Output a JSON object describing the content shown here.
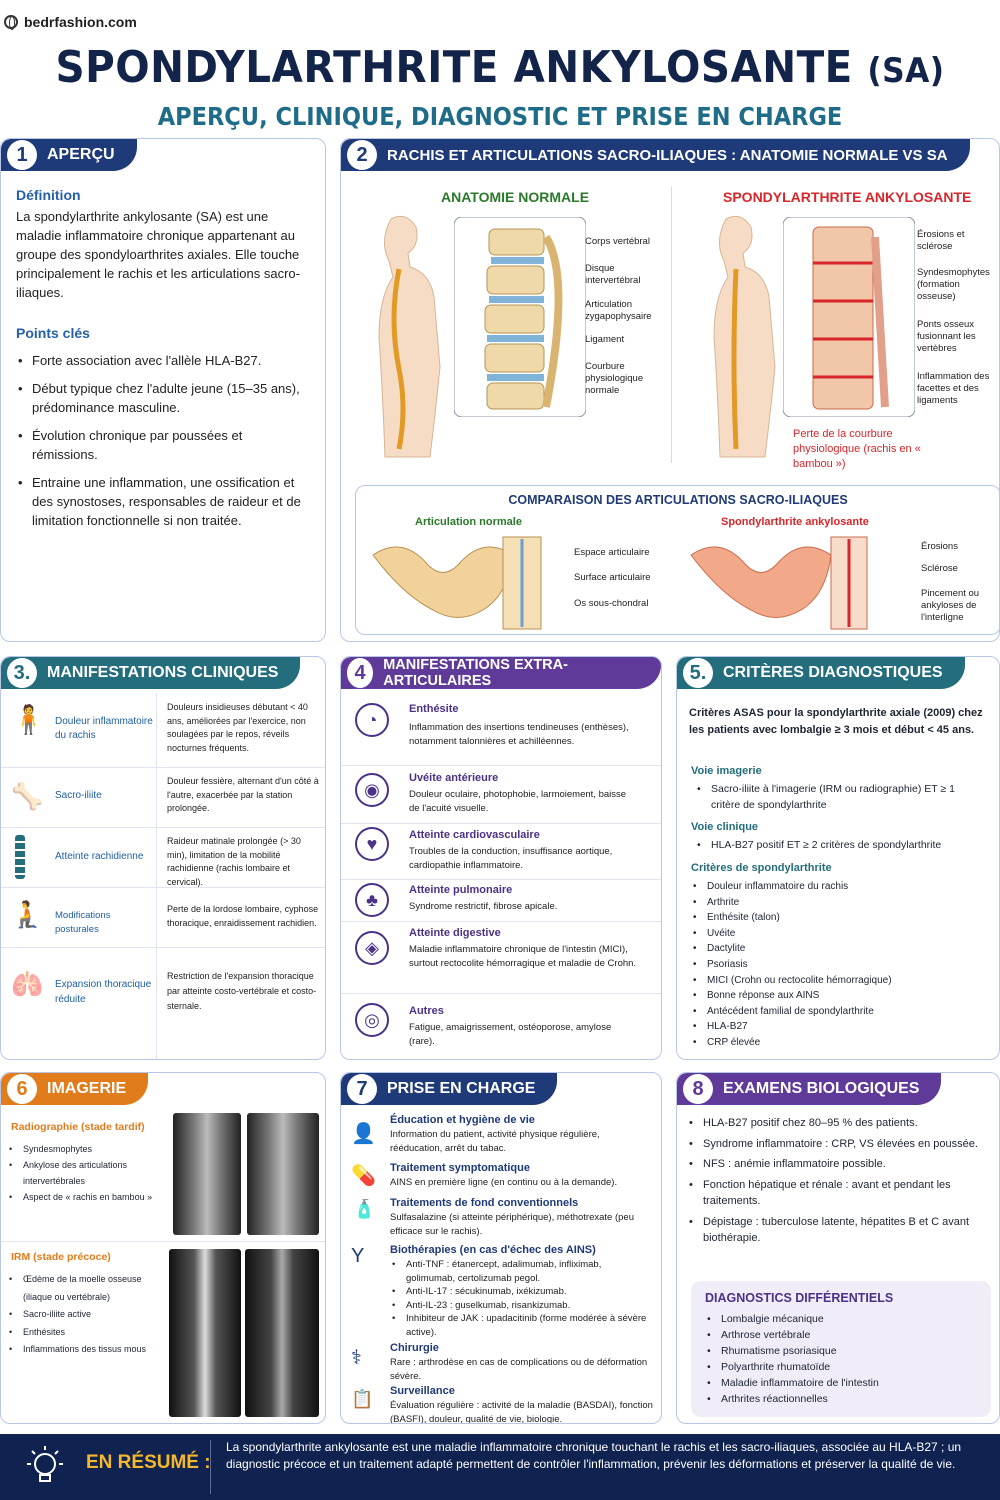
{
  "site": "bedrfashion.com",
  "title": "SPONDYLARTHRITE ANKYLOSANTE",
  "title_abbr": "(SA)",
  "subtitle": "APERÇU, CLINIQUE, DIAGNOSTIC ET PRISE EN CHARGE",
  "s1": {
    "num": "1",
    "title": "APERÇU",
    "def_title": "Définition",
    "def_text": "La spondylarthrite ankylosante (SA) est une maladie inflammatoire chronique appartenant au groupe des spondyloarthrites axiales. Elle touche principalement le rachis et les articulations sacro-iliaques.",
    "points_title": "Points clés",
    "points": [
      "Forte association avec l'allèle HLA-B27.",
      "Début typique chez l'adulte jeune (15–35 ans), prédominance masculine.",
      "Évolution chronique par poussées et rémissions.",
      "Entraine une inflammation, une ossification et des synostoses, responsables de raideur et de limitation fonctionnelle si non traitée."
    ]
  },
  "s2": {
    "num": "2",
    "title": "RACHIS ET ARTICULATIONS SACRO-ILIAQUES : ANATOMIE NORMALE VS SA",
    "normal_title": "ANATOMIE NORMALE",
    "sa_title": "SPONDYLARTHRITE ANKYLOSANTE",
    "normal_labels": [
      "Corps vertébral",
      "Disque intervertébral",
      "Articulation zygapophysaire",
      "Ligament",
      "Courbure physiologique normale"
    ],
    "sa_labels": [
      "Érosions et sclérose",
      "Syndesmophytes (formation osseuse)",
      "Ponts osseux fusionnant les vertèbres",
      "Inflammation des facettes et des ligaments"
    ],
    "sa_note": "Perte de la courbure physiologique (rachis en « bambou »)",
    "cmp_title": "COMPARAISON DES ARTICULATIONS SACRO-ILIAQUES",
    "cmp_normal": "Articulation normale",
    "cmp_sa": "Spondylarthrite ankylosante",
    "cmp_normal_labels": [
      "Espace articulaire",
      "Surface articulaire",
      "Os sous-chondral"
    ],
    "cmp_sa_labels": [
      "Érosions",
      "Sclérose",
      "Pincement ou ankyloses de l'interligne"
    ]
  },
  "s3": {
    "num": "3.",
    "title": "MANIFESTATIONS CLINIQUES",
    "rows": [
      {
        "name": "Douleur inflammatoire du rachis",
        "desc": "Douleurs insidieuses débutant < 40 ans, améliorées par l'exercice, non soulagées par le repos, réveils nocturnes fréquents."
      },
      {
        "name": "Sacro-iliite",
        "desc": "Douleur fessière, alternant d'un côté à l'autre, exacerbée par la station prolongée."
      },
      {
        "name": "Atteinte rachidienne",
        "desc": "Raideur matinale prolongée (> 30 min), limitation de la mobilité rachidienne (rachis lombaire et cervical)."
      },
      {
        "name": "Modifications posturales",
        "desc": "Perte de la lordose lombaire, cyphose thoracique, enraidissement rachidien."
      },
      {
        "name": "Expansion thoracique réduite",
        "desc": "Restriction de l'expansion thoracique par atteinte costo-vertébrale et costo-sternale."
      }
    ]
  },
  "s4": {
    "num": "4",
    "title": "MANIFESTATIONS EXTRA-ARTICULAIRES",
    "rows": [
      {
        "name": "Enthésite",
        "desc": "Inflammation des insertions tendineuses (enthèses), notamment talonnières et achilléennes."
      },
      {
        "name": "Uvéite antérieure",
        "desc": "Douleur oculaire, photophobie, larmoiement, baisse de l'acuité visuelle."
      },
      {
        "name": "Atteinte cardiovasculaire",
        "desc": "Troubles de la conduction, insuffisance aortique, cardiopathie inflammatoire."
      },
      {
        "name": "Atteinte pulmonaire",
        "desc": "Syndrome restrictif, fibrose apicale."
      },
      {
        "name": "Atteinte digestive",
        "desc": "Maladie inflammatoire chronique de l'intestin (MICI), surtout rectocolite hémorragique et maladie de Crohn."
      },
      {
        "name": "Autres",
        "desc": "Fatigue, amaigrissement, ostéoporose, amylose (rare)."
      }
    ]
  },
  "s5": {
    "num": "5.",
    "title": "CRITÈRES DIAGNOSTIQUES",
    "intro": "Critères ASAS pour la spondylarthrite axiale (2009) chez les patients avec lombalgie ≥ 3 mois et début < 45 ans.",
    "img_title": "Voie imagerie",
    "img_text": "Sacro-iliite à l'imagerie (IRM ou radiographie) ET ≥ 1 critère de spondylarthrite",
    "clin_title": "Voie clinique",
    "clin_text": "HLA-B27 positif ET ≥ 2 critères de spondylarthrite",
    "crit_title": "Critères de spondylarthrite",
    "criteria": [
      "Douleur inflammatoire du rachis",
      "Arthrite",
      "Enthésite (talon)",
      "Uvéite",
      "Dactylite",
      "Psoriasis",
      "MICI (Crohn ou rectocolite hémorragique)",
      "Bonne réponse aux AINS",
      "Antécédent familial de spondylarthrite",
      "HLA-B27",
      "CRP élevée"
    ]
  },
  "s6": {
    "num": "6",
    "title": "IMAGERIE",
    "radio_title": "Radiographie (stade tardif)",
    "radio_items": [
      "Syndesmophytes",
      "Ankylose des articulations intervertébrales",
      "Aspect de « rachis en bambou »"
    ],
    "irm_title": "IRM (stade précoce)",
    "irm_items": [
      "Œdème de la moelle osseuse (iliaque ou vertébrale)",
      "Sacro-iliite active",
      "Enthésites",
      "Inflammations des tissus mous"
    ]
  },
  "s7": {
    "num": "7",
    "title": "PRISE EN CHARGE",
    "rows": [
      {
        "name": "Éducation et hygiène de vie",
        "desc": "Information du patient, activité physique régulière, rééducation, arrêt du tabac."
      },
      {
        "name": "Traitement symptomatique",
        "desc": "AINS en première ligne (en continu ou à la demande)."
      },
      {
        "name": "Traitements de fond conventionnels",
        "desc": "Sulfasalazine (si atteinte périphérique), méthotrexate (peu efficace sur le rachis)."
      },
      {
        "name": "Biothérapies (en cas d'échec des AINS)",
        "items": [
          "Anti-TNF : étanercept, adalimumab, infliximab, golimumab, certolizumab pegol.",
          "Anti-IL-17 : sécukinumab, ixékizumab.",
          "Anti-IL-23 : guselkumab, risankizumab.",
          "Inhibiteur de JAK : upadacitinib (forme modérée à sévère active)."
        ]
      },
      {
        "name": "Chirurgie",
        "desc": "Rare : arthrodèse en cas de complications ou de déformation sévère."
      },
      {
        "name": "Surveillance",
        "desc": "Évaluation régulière : activité de la maladie (BASDAI), fonction (BASFI), douleur, qualité de vie, biologie."
      }
    ]
  },
  "s8": {
    "num": "8",
    "title": "EXAMENS BIOLOGIQUES",
    "items": [
      "HLA-B27 positif chez 80–95 % des patients.",
      "Syndrome inflammatoire : CRP, VS élevées en poussée.",
      "NFS : anémie inflammatoire possible.",
      "Fonction hépatique et rénale : avant et pendant les traitements.",
      "Dépistage : tuberculose latente, hépatites B et C avant biothérapie."
    ],
    "diff_title": "DIAGNOSTICS DIFFÉRENTIELS",
    "diff_items": [
      "Lombalgie mécanique",
      "Arthrose vertébrale",
      "Rhumatisme psoriasique",
      "Polyarthrite rhumatoïde",
      "Maladie inflammatoire de l'intestin",
      "Arthrites réactionnelles"
    ]
  },
  "summary": {
    "label": "EN RÉSUMÉ :",
    "text": "La spondylarthrite ankylosante est une maladie inflammatoire chronique touchant le rachis et les sacro-iliaques, associée au HLA-B27 ; un diagnostic précoce et un traitement adapté permettent de contrôler l'inflammation, prévenir les déformations et préserver la qualité de vie."
  },
  "colors": {
    "navy": "#1f3a78",
    "teal": "#236d7c",
    "purple": "#5f3a99",
    "orange": "#e07c1c",
    "red": "#d8262a",
    "green": "#2a7a2a",
    "footer": "#0f2250"
  }
}
